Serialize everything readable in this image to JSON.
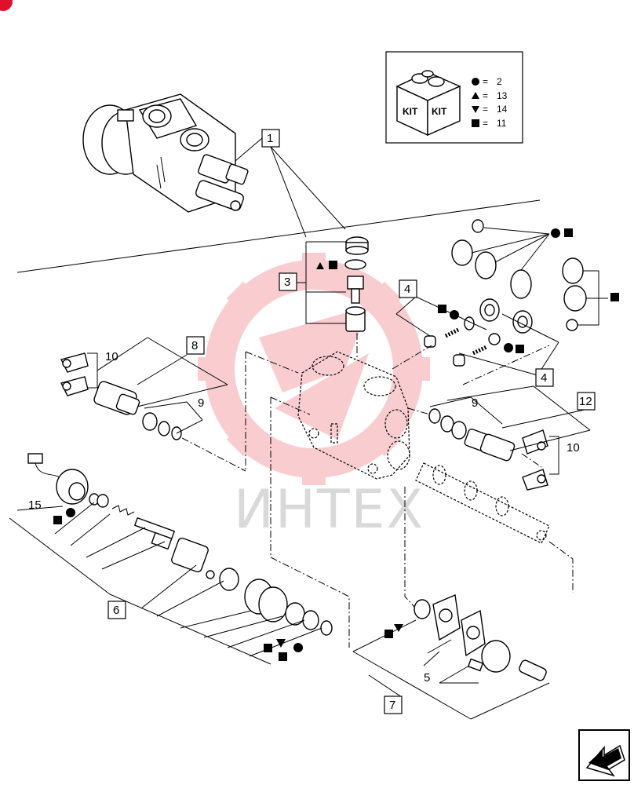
{
  "kit_legend": {
    "box_labels": [
      "KIT",
      "KIT"
    ],
    "rows": [
      {
        "symbol": "circle-icon",
        "sign": "=",
        "value": "2"
      },
      {
        "symbol": "triangle-up-icon",
        "sign": "=",
        "value": "13"
      },
      {
        "symbol": "triangle-down-icon",
        "sign": "=",
        "value": "14"
      },
      {
        "symbol": "square-icon",
        "sign": "=",
        "value": "11"
      }
    ]
  },
  "callouts": {
    "c1": "1",
    "c3": "3",
    "c4a": "4",
    "c4b": "4",
    "c5": "5",
    "c6": "6",
    "c7": "7",
    "c8": "8",
    "c9a": "9",
    "c9b": "9",
    "c10a": "10",
    "c10b": "10",
    "c12": "12",
    "c15": "15"
  },
  "watermark": "ИНТЕХ",
  "colors": {
    "line": "#000000",
    "watermark": "#f5b5b8",
    "corner_badge": "#e0102a"
  }
}
